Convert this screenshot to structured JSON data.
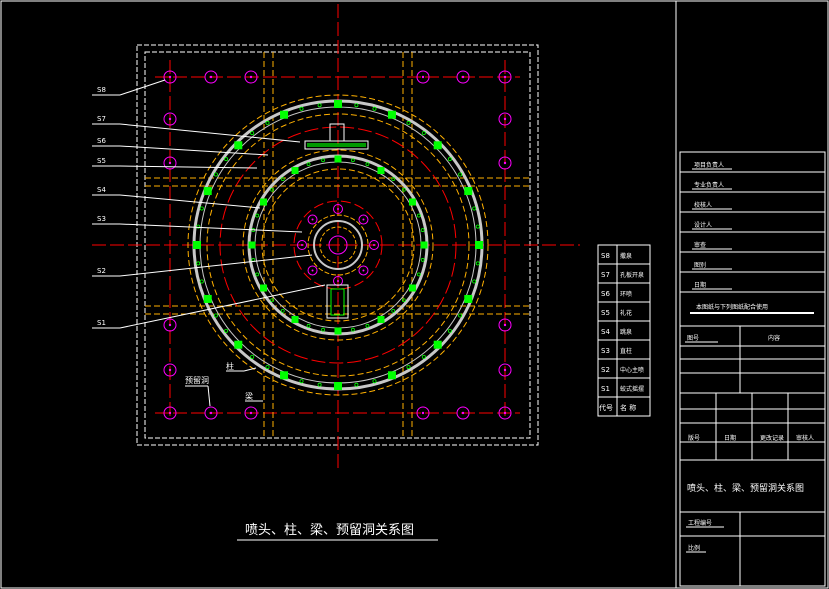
{
  "drawing_title": "喷头、柱、梁、预留洞关系图",
  "callouts": [
    "S8",
    "S7",
    "S6",
    "S5",
    "S4",
    "S3",
    "S2",
    "S1"
  ],
  "plan_labels": {
    "column": "柱",
    "reserved_hole": "预留洞",
    "beam": "梁"
  },
  "legend": {
    "header": {
      "code": "代号",
      "name": "名 称"
    },
    "rows": [
      {
        "code": "S8",
        "name": "撒泉"
      },
      {
        "code": "S7",
        "name": "孔板开泉"
      },
      {
        "code": "S6",
        "name": "环喷"
      },
      {
        "code": "S5",
        "name": "礼花"
      },
      {
        "code": "S4",
        "name": "跳泉"
      },
      {
        "code": "S3",
        "name": "直柱"
      },
      {
        "code": "S2",
        "name": "中心主喷"
      },
      {
        "code": "S1",
        "name": "蛟式摇摆"
      }
    ]
  },
  "title_block": {
    "rows": [
      "项目负责人",
      "专业负责人",
      "校核人",
      "设计人",
      "审查",
      "图别",
      "日期"
    ],
    "note": "本图纸与下列图纸配合使用",
    "col_tuhao": "图号",
    "col_neirong": "内容",
    "sign_row": [
      "版号",
      "日期",
      "更改记录",
      "审核人"
    ],
    "title": "喷头、柱、梁、预留洞关系图",
    "project_no": "工程编号",
    "scale": "比例"
  },
  "colors": {
    "background": "#000000",
    "line": "#ffffff",
    "column": "#ff00ff",
    "axis": "#ff0000",
    "beam": "#ffb000",
    "nozzle": "#00ff00",
    "ring": "#c8c8c8"
  }
}
